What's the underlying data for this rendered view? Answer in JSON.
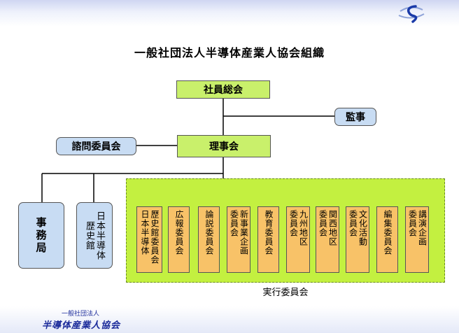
{
  "title": "一般社団法人半導体産業人協会組織",
  "general_meeting": "社員総会",
  "auditor": "監事",
  "advisory": "諮問委員会",
  "board": "理事会",
  "secretariat": "事務局",
  "history_museum": [
    "日本半導体",
    "歴史館"
  ],
  "exec_committee_label": "実行委員会",
  "committees": [
    [
      "歴史館委員会",
      "日本半導体"
    ],
    [
      "広報委員会"
    ],
    [
      "論説委員会"
    ],
    [
      "新事業企画",
      "委員会"
    ],
    [
      "教育委員会"
    ],
    [
      "九州地区",
      "委員会"
    ],
    [
      "関西地区",
      "委員会"
    ],
    [
      "文化活動",
      "委員会"
    ],
    [
      "編集委員会"
    ],
    [
      "講演企画",
      "委員会"
    ]
  ],
  "footer": {
    "org_type": "一般社団法人",
    "org_name": "半導体産業人協会"
  },
  "colors": {
    "green_box": "#c9f06b",
    "blue_box": "#c8dcf3",
    "orange_box": "#f8c268",
    "exec_area": "#c3f040",
    "footer_text": "#1a2a9a"
  },
  "icons": [
    "logo-icon"
  ]
}
